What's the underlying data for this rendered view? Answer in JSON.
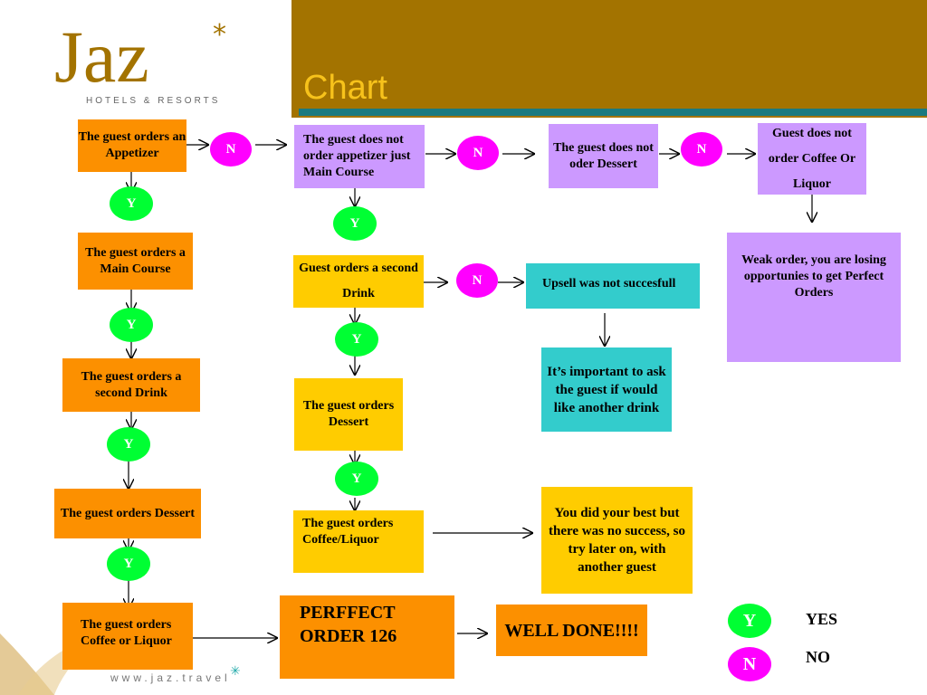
{
  "header": {
    "title": "Chart",
    "logo_main": "Jaz",
    "logo_sub": "HOTELS & RESORTS",
    "footer_url": "www.jaz.travel"
  },
  "flow": {
    "col1": {
      "appetizer": "The guest orders an Appetizer",
      "main_course": "The guest orders a Main Course",
      "second_drink": "The guest orders a second Drink",
      "dessert": "The guest orders Dessert",
      "coffee": "The guest orders Coffee or Liquor"
    },
    "col2": {
      "no_appetizer": "The guest does not order appetizer just Main Course",
      "second_drink": "Guest orders a second Drink",
      "dessert": "The guest orders Dessert",
      "coffee": "The guest orders Coffee/Liquor",
      "perfect_order": "PERFFECT ORDER 126"
    },
    "col3": {
      "no_dessert": "The guest does not oder Dessert",
      "upsell_failed": "Upsell was not succesfull",
      "important": "It’s important to ask the guest if would like another drink",
      "did_best": "You did your best but there was no success, so try later on, with another guest",
      "well_done": "WELL DONE!!!!"
    },
    "col4": {
      "no_coffee": "Guest does not order Coffee Or Liquor",
      "weak_order": "Weak order, you are losing opportunies to get Perfect Orders"
    },
    "yes_mark": "Y",
    "no_mark": "N"
  },
  "legend": {
    "yes_symbol": "Y",
    "yes_label": "YES",
    "no_symbol": "N",
    "no_label": "NO"
  },
  "colors": {
    "header": "#a37300",
    "title": "#f7c21b",
    "orange": "#fc9000",
    "purple": "#cc99ff",
    "yellow": "#ffcc00",
    "teal": "#33cccc",
    "yes": "#00ff33",
    "no": "#ff00ff"
  }
}
